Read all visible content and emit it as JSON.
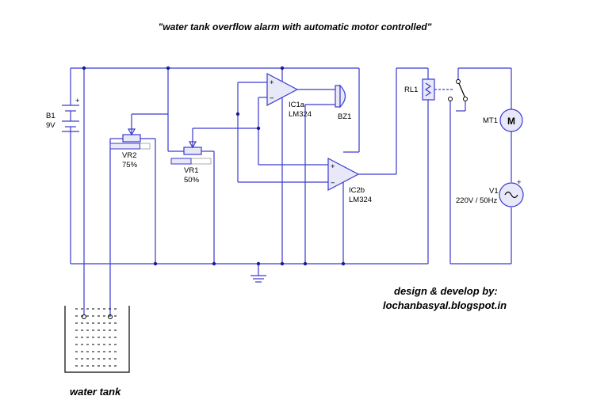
{
  "title": "\"water tank overflow alarm with automatic motor controlled\"",
  "components": {
    "b1": {
      "ref": "B1",
      "value": "9V",
      "plus": "+"
    },
    "vr2": {
      "ref": "VR2",
      "value": "75%",
      "level": 0.75
    },
    "vr1": {
      "ref": "VR1",
      "value": "50%",
      "level": 0.5
    },
    "ic1a": {
      "ref": "IC1a",
      "value": "LM324",
      "plus": "+",
      "minus": "−"
    },
    "ic2b": {
      "ref": "IC2b",
      "value": "LM324",
      "plus": "+",
      "minus": "−"
    },
    "bz1": {
      "ref": "BZ1"
    },
    "rl1": {
      "ref": "RL1"
    },
    "mt1": {
      "ref": "MT1",
      "symbol": "M"
    },
    "v1": {
      "ref": "V1",
      "value": "220V / 50Hz",
      "plus": "+"
    }
  },
  "credit": {
    "line1": "design & develop by:",
    "line2": "lochanbasyal.blogspot.in"
  },
  "tank_label": "water tank"
}
